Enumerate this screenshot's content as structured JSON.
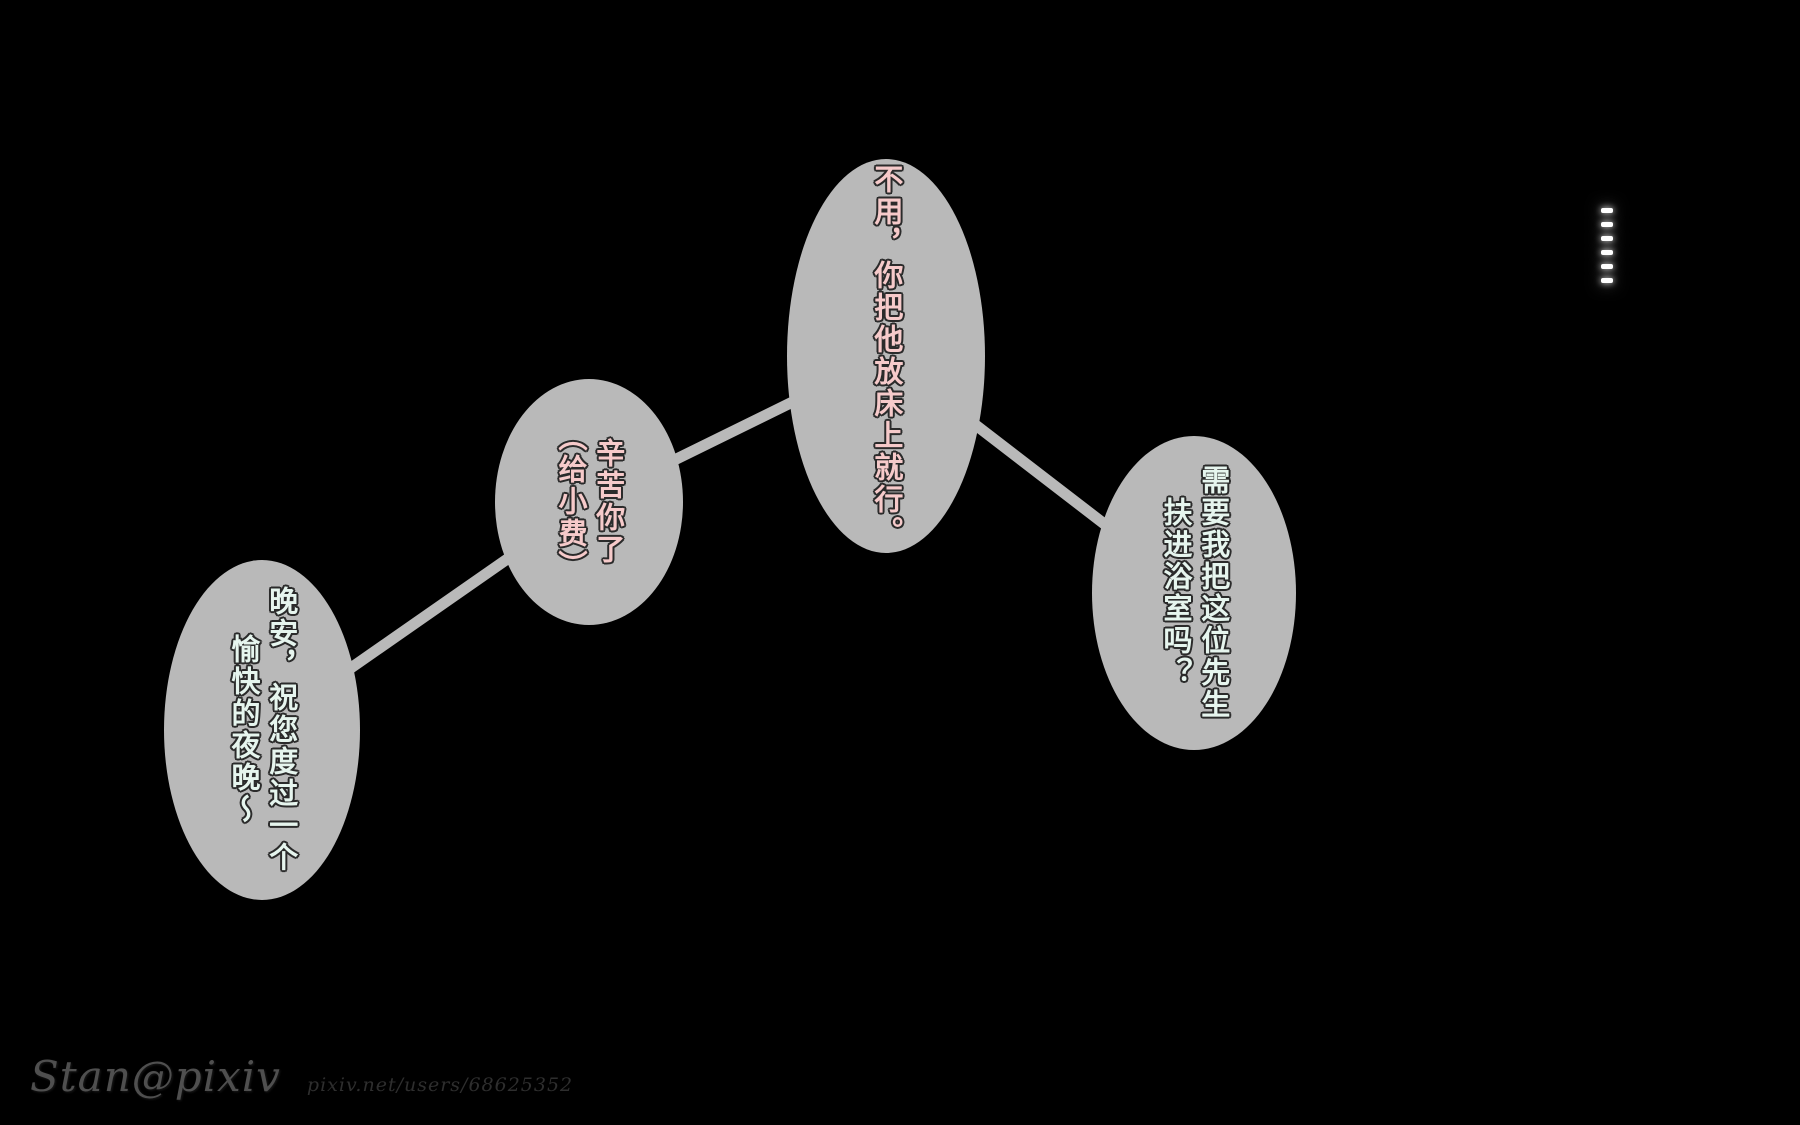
{
  "page": {
    "background_color": "#000000",
    "bubble_color": "#b9b9b9",
    "outline_color": "#2b2b2b",
    "pink_text_color": "#f6caca",
    "mint_text_color": "#e6f5ee"
  },
  "bubbles": [
    {
      "name": "goodnight",
      "text": "晚安，祝您度过一个愉快的夜晚～",
      "lines": [
        "晚安，祝您度过一个",
        "愉快的夜晚～"
      ],
      "text_color": "#e6f5ee"
    },
    {
      "name": "tip",
      "text": "辛苦你了（给小费）",
      "lines": [
        "辛苦你了",
        "（给小费）"
      ],
      "text_color": "#f6caca"
    },
    {
      "name": "put-on-bed",
      "text": "不用，你把他放床上就行。",
      "lines": [
        "不用，你把他放床上就行。"
      ],
      "text_color": "#f6caca"
    },
    {
      "name": "bathroom",
      "text": "需要我把这位先生扶进浴室吗？",
      "lines": [
        "需要我把这位先生",
        "扶进浴室吗？"
      ],
      "text_color": "#e6f5ee"
    }
  ],
  "silence": {
    "glyph": "……",
    "dash_count": 6
  },
  "watermark": {
    "artist": "Stan@pixiv",
    "url_text": "pixiv.net/users/68625352"
  }
}
